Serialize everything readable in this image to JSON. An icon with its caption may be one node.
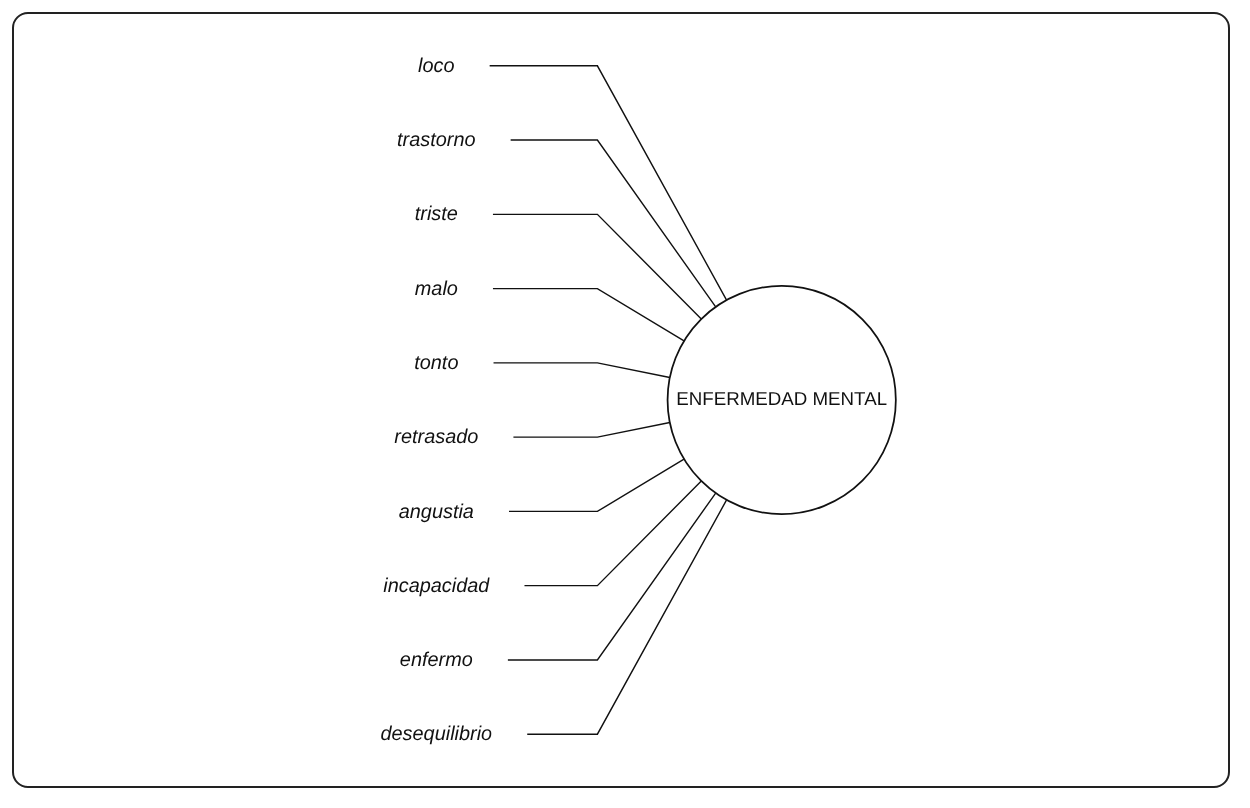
{
  "diagram": {
    "nodes": [
      {
        "text": [
          "ENFERMEDAD MENTAL"
        ]
      },
      {
        "text": [
          "loco"
        ]
      },
      {
        "text": [
          "trastorno"
        ]
      },
      {
        "text": [
          "triste"
        ]
      },
      {
        "text": [
          "malo"
        ]
      },
      {
        "text": [
          "tonto"
        ]
      },
      {
        "text": [
          "retrasado"
        ]
      },
      {
        "text": [
          "angustia"
        ]
      },
      {
        "text": [
          "incapacidad"
        ]
      },
      {
        "text": [
          "enfermo"
        ]
      },
      {
        "text": [
          "desequilibrio"
        ]
      }
    ],
    "edges": [
      {
        "from": 0,
        "to": 1,
        "arrow": "none"
      },
      {
        "from": 0,
        "to": 2,
        "arrow": "none"
      },
      {
        "from": 0,
        "to": 3,
        "arrow": "none"
      },
      {
        "from": 0,
        "to": 4,
        "arrow": "none"
      },
      {
        "from": 0,
        "to": 5,
        "arrow": "none"
      },
      {
        "from": 0,
        "to": 6,
        "arrow": "none"
      },
      {
        "from": 0,
        "to": 7,
        "arrow": "none"
      },
      {
        "from": 0,
        "to": 8,
        "arrow": "none"
      },
      {
        "from": 0,
        "to": 9,
        "arrow": "none"
      },
      {
        "from": 0,
        "to": 10,
        "arrow": "none"
      }
    ]
  }
}
